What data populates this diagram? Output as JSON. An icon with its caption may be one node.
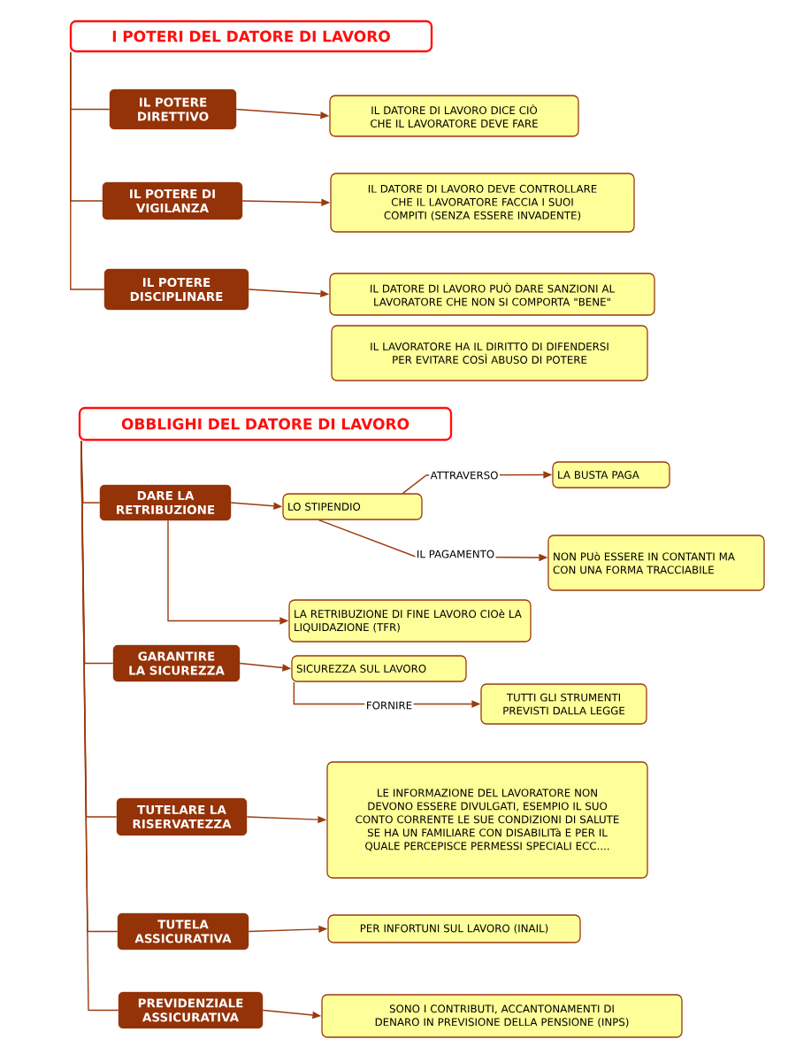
{
  "diagram": {
    "nodes": [
      {
        "text": [
          "I POTERI DEL DATORE DI LAVORO"
        ]
      },
      {
        "text": [
          "IL POTERE DIRETTIVO"
        ]
      },
      {
        "text": [
          "IL DATORE DI LAVORO DICE CIÒ CHE IL LAVORATORE DEVE FARE"
        ]
      },
      {
        "text": [
          "IL POTERE DI VIGILANZA"
        ]
      },
      {
        "text": [
          "IL DATORE DI LAVORO DEVE CONTROLLARE CHE IL LAVORATORE FACCIA I SUOI COMPITI (SENZA ESSERE INVADENTE)"
        ]
      },
      {
        "text": [
          "IL POTERE DISCIPLINARE"
        ]
      },
      {
        "text": [
          "IL DATORE DI LAVORO PUÒ DARE SANZIONI AL LAVORATORE CHE NON SI COMPORTA \"BENE\""
        ]
      },
      {
        "text": [
          "IL LAVORATORE HA IL DIRITTO DI DIFENDERSI PER EVITARE COSÌ ABUSO DI POTERE"
        ]
      },
      {
        "text": [
          "OBBLIGHI DEL DATORE DI LAVORO"
        ]
      },
      {
        "text": [
          "DARE LA RETRIBUZIONE"
        ]
      },
      {
        "text": [
          "LO STIPENDIO"
        ]
      },
      {
        "text": [
          "LA BUSTA PAGA"
        ]
      },
      {
        "text": [
          "NON PUò ESSERE IN CONTANTI MA CON UNA FORMA TRACCIABILE"
        ]
      },
      {
        "text": [
          "LA RETRIBUZIONE DI FINE LAVORO CIOè LA LIQUIDAZIONE (TFR)"
        ]
      },
      {
        "text": [
          "GARANTIRE LA SICUREZZA"
        ]
      },
      {
        "text": [
          "SICUREZZA SUL LAVORO"
        ]
      },
      {
        "text": [
          "TUTTI GLI STRUMENTI PREVISTI DALLA LEGGE"
        ]
      },
      {
        "text": [
          "TUTELARE LA RISERVATEZZA"
        ]
      },
      {
        "text": [
          "LE INFORMAZIONE DEL LAVORATORE NON DEVONO ESSERE DIVULGATI, ESEMPIO IL SUO CONTO CORRENTE LE SUE CONDIZIONI DI SALUTE SE HA UN FAMILIARE CON DISABILITà E PER IL QUALE PERCEPISCE PERMESSI SPECIALI ECC...."
        ]
      },
      {
        "text": [
          "TUTELA ASSICURATIVA"
        ]
      },
      {
        "text": [
          "PER INFORTUNI SUL LAVORO (INAIL)"
        ]
      },
      {
        "text": [
          "PREVIDENZIALE ASSICURATIVA"
        ]
      },
      {
        "text": [
          "SONO I CONTRIBUTI, ACCANTONAMENTI DI DENARO IN PREVISIONE DELLA PENSIONE (INPS)"
        ]
      }
    ],
    "edges": [
      {
        "from": 0,
        "to": 1,
        "arrow": "none"
      },
      {
        "from": 0,
        "to": 3,
        "arrow": "none"
      },
      {
        "from": 0,
        "to": 5,
        "arrow": "none"
      },
      {
        "from": 1,
        "to": 2,
        "arrow": "to"
      },
      {
        "from": 3,
        "to": 4,
        "arrow": "to"
      },
      {
        "from": 5,
        "to": 6,
        "arrow": "to"
      },
      {
        "from": 8,
        "to": 9,
        "arrow": "none"
      },
      {
        "from": 8,
        "to": 14,
        "arrow": "none"
      },
      {
        "from": 8,
        "to": 17,
        "arrow": "none"
      },
      {
        "from": 8,
        "to": 19,
        "arrow": "none"
      },
      {
        "from": 8,
        "to": 21,
        "arrow": "none"
      },
      {
        "from": 9,
        "to": 10,
        "arrow": "to"
      },
      {
        "from": 10,
        "to": 11,
        "arrow": "to",
        "label": "ATTRAVERSO"
      },
      {
        "from": 10,
        "to": 12,
        "arrow": "to",
        "label": "IL PAGAMENTO"
      },
      {
        "from": 9,
        "to": 13,
        "arrow": "to"
      },
      {
        "from": 14,
        "to": 15,
        "arrow": "to"
      },
      {
        "from": 15,
        "to": 16,
        "arrow": "to",
        "label": "FORNIRE"
      },
      {
        "from": 17,
        "to": 18,
        "arrow": "to"
      },
      {
        "from": 19,
        "to": 20,
        "arrow": "to"
      },
      {
        "from": 21,
        "to": 22,
        "arrow": "to"
      }
    ]
  }
}
